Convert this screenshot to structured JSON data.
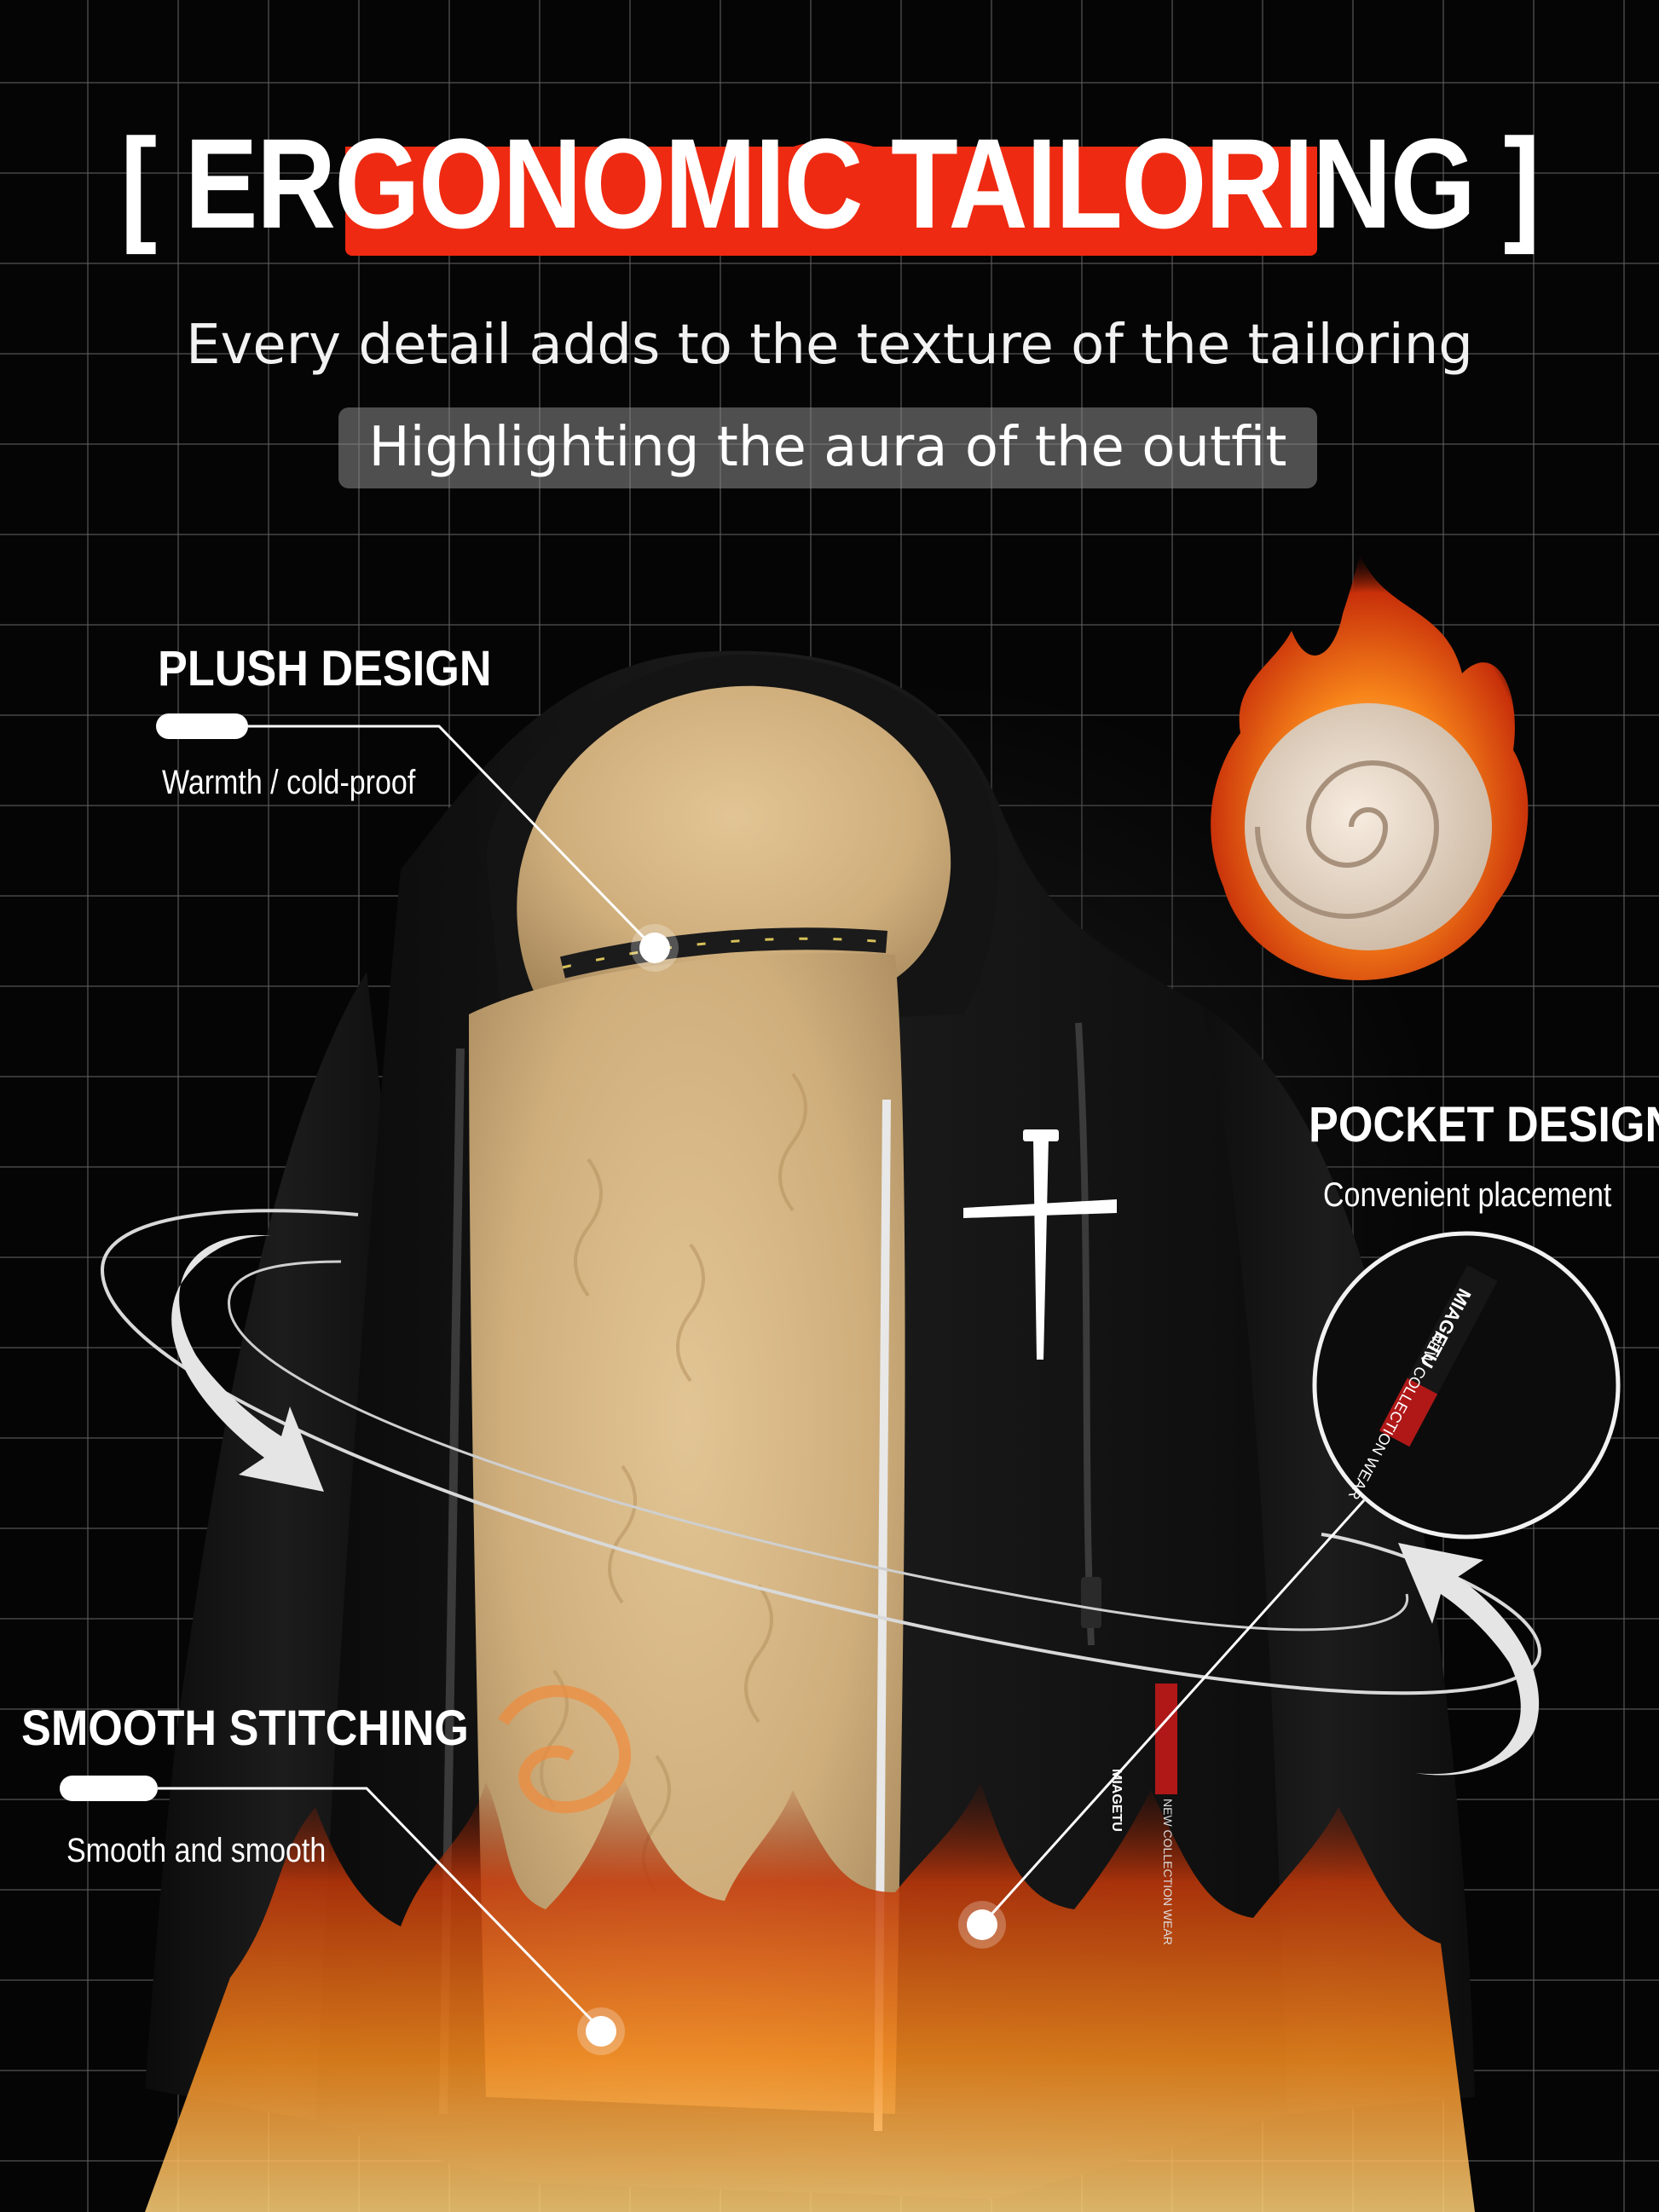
{
  "header": {
    "title": "[ ERGONOMIC TAILORING ]",
    "subtitle": "Every detail adds to the texture of the tailoring",
    "highlight": "Highlighting the aura of the outfit",
    "accent_color": "#ef2a12"
  },
  "callouts": {
    "plush": {
      "title": "PLUSH DESIGN",
      "subtitle": "Warmth / cold-proof"
    },
    "pocket": {
      "title": "POCKET DESIGN",
      "subtitle": "Convenient placement"
    },
    "stitching": {
      "title": "SMOOTH STITCHING",
      "subtitle": "Smooth and smooth"
    }
  },
  "product": {
    "zoom_label_brand": "MIAGETU",
    "zoom_label_line": "NEW COLLECTION WEAR",
    "pocket_tag_brand": "MIAGETU",
    "pocket_tag_line": "NEW COLLECTION WEAR",
    "lining_color": "#c9a877",
    "shell_color": "#121212",
    "flame_color": "#f26a12"
  },
  "icons": [
    "cross-nail-icon",
    "flame-icon",
    "rotate-arrow-icon"
  ]
}
